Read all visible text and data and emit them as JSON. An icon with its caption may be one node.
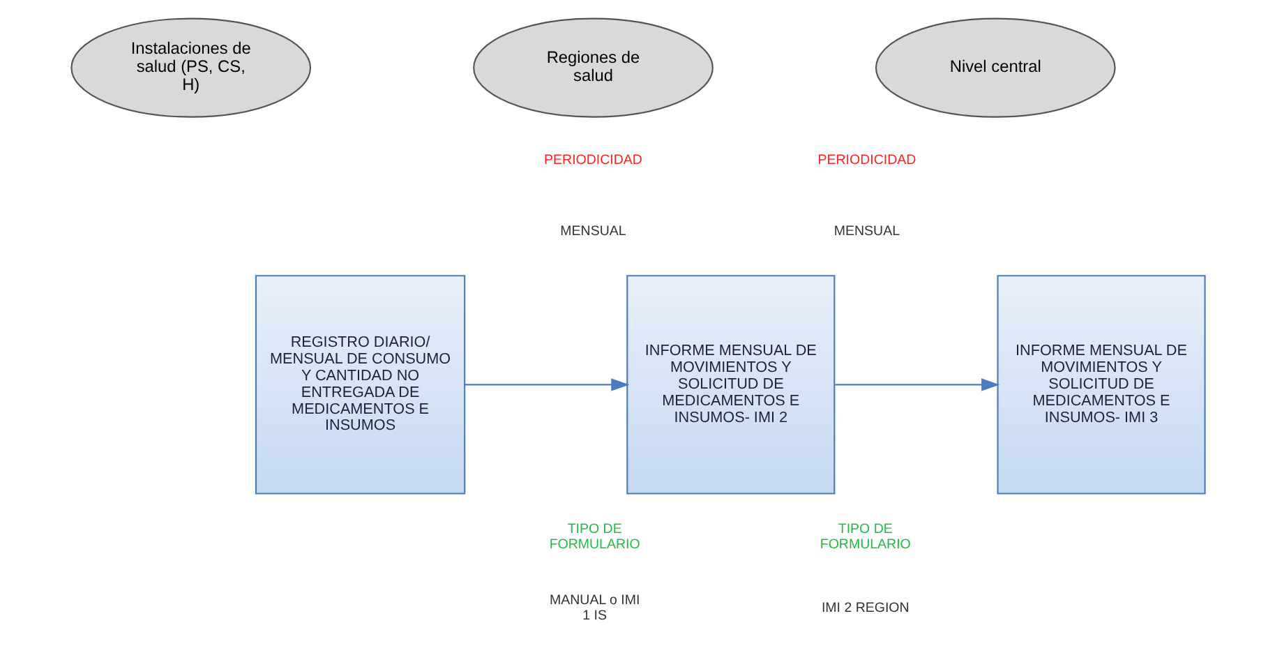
{
  "diagram": {
    "nodes": [
      {
        "text": [
          "Instalaciones de salud (PS, CS, H)"
        ]
      },
      {
        "text": [
          "Regiones de salud"
        ]
      },
      {
        "text": [
          "Nivel central"
        ]
      },
      {
        "text": [
          "REGISTRO DIARIO/ MENSUAL DE CONSUMO Y CANTIDAD NO ENTREGADA DE MEDICAMENTOS E INSUMOS"
        ]
      },
      {
        "text": [
          "INFORME MENSUAL DE MOVIMIENTOS Y SOLICITUD DE MEDICAMENTOS E INSUMOS- IMI 2"
        ]
      },
      {
        "text": [
          "INFORME MENSUAL DE MOVIMIENTOS Y SOLICITUD DE MEDICAMENTOS E INSUMOS- IMI 3"
        ]
      }
    ],
    "edges": [
      {
        "from": 3,
        "to": 4,
        "arrow": "to"
      },
      {
        "from": 4,
        "to": 5,
        "arrow": "to"
      }
    ],
    "labels": [
      "PERIODICIDAD",
      "MENSUAL",
      "TIPO DE FORMULARIO",
      "MANUAL o IMI 1 IS",
      "PERIODICIDAD",
      "MENSUAL",
      "TIPO DE FORMULARIO",
      "IMI 2 REGION"
    ]
  }
}
